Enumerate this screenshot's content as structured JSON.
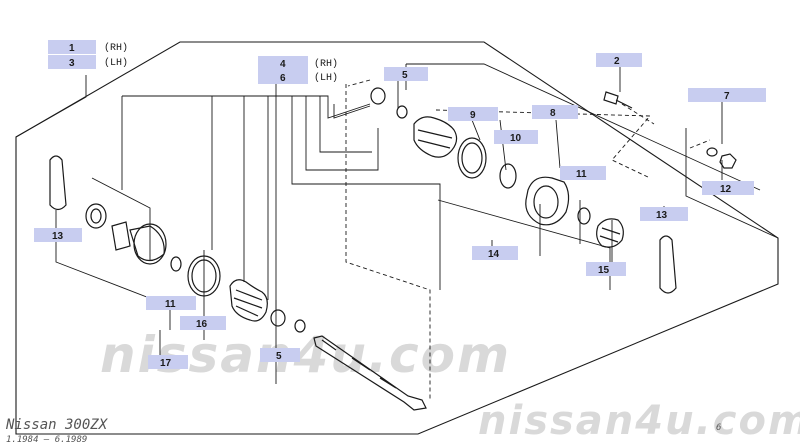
{
  "diagram": {
    "model": "Nissan 300ZX",
    "date_range": "1.1984 – 6.1989",
    "watermark_center": "nissan4u.com",
    "watermark_corner": "nissan4u.com",
    "page_mark": "6",
    "label_color": "#c8cdf0",
    "line_color": "#1a1a1a",
    "watermark_color": "#d9d9d9",
    "parts": [
      {
        "num": "1",
        "side": "(RH)"
      },
      {
        "num": "3",
        "side": "(LH)"
      },
      {
        "num": "4",
        "side": "(RH)"
      },
      {
        "num": "6",
        "side": "(LH)"
      },
      {
        "num": "5"
      },
      {
        "num": "2"
      },
      {
        "num": "7"
      },
      {
        "num": "9"
      },
      {
        "num": "8"
      },
      {
        "num": "10"
      },
      {
        "num": "11"
      },
      {
        "num": "12"
      },
      {
        "num": "13"
      },
      {
        "num": "13"
      },
      {
        "num": "14"
      },
      {
        "num": "15"
      },
      {
        "num": "11"
      },
      {
        "num": "16"
      },
      {
        "num": "17"
      },
      {
        "num": "5"
      }
    ]
  }
}
